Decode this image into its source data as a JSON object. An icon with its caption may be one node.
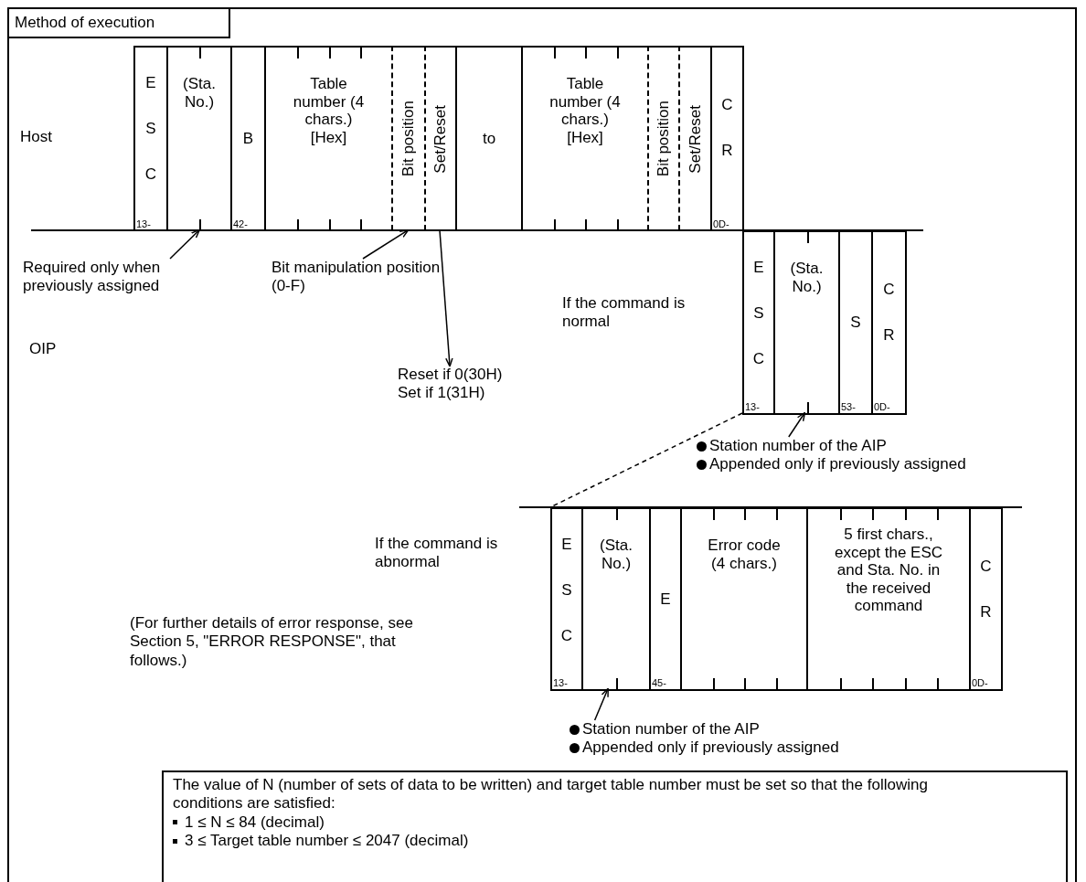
{
  "diagram": {
    "title": "Method of execution",
    "nodes": [
      {
        "text": [
          "E S C",
          "13-"
        ]
      },
      {
        "text": [
          "(Sta. No.)"
        ]
      },
      {
        "text": [
          "B",
          "42-"
        ]
      },
      {
        "text": [
          "Table number (4 chars.) [Hex]"
        ]
      },
      {
        "text": [
          "Bit position"
        ]
      },
      {
        "text": [
          "Set/Reset"
        ]
      },
      {
        "text": [
          "to"
        ]
      },
      {
        "text": [
          "Table number (4 chars.) [Hex]"
        ]
      },
      {
        "text": [
          "Bit position"
        ]
      },
      {
        "text": [
          "Set/Reset"
        ]
      },
      {
        "text": [
          "C R",
          "0D-"
        ]
      },
      {
        "text": [
          "E S C",
          "13-"
        ]
      },
      {
        "text": [
          "(Sta. No.)"
        ]
      },
      {
        "text": [
          "S",
          "53-"
        ]
      },
      {
        "text": [
          "C R",
          "0D-"
        ]
      },
      {
        "text": [
          "E S C",
          "13-"
        ]
      },
      {
        "text": [
          "(Sta. No.)"
        ]
      },
      {
        "text": [
          "E",
          "45-"
        ]
      },
      {
        "text": [
          "Error code (4 chars.)"
        ]
      },
      {
        "text": [
          "5 first chars., except the ESC and Sta. No. in the received command"
        ]
      },
      {
        "text": [
          "C R",
          "0D-"
        ]
      },
      {
        "text": [
          "Required only when previously assigned"
        ]
      },
      {
        "text": [
          "Bit manipulation position (0-F)"
        ]
      },
      {
        "text": [
          "Reset if 0(30H)",
          "Set if 1(31H)"
        ]
      },
      {
        "text": [
          "Station number of the AIP",
          "Appended only if previously assigned"
        ]
      },
      {
        "text": [
          "Station number of the AIP",
          "Appended only if previously assigned"
        ]
      },
      {
        "text": [
          "The value of N (number of sets of data to be written) and target table number must be set so that the following conditions are satisfied:",
          "1 ≤ N ≤ 84 (decimal)",
          "3 ≤ Target table number ≤ 2047 (decimal)"
        ]
      }
    ],
    "edges": [
      {
        "from": 21,
        "to": 1,
        "arrow": "to"
      },
      {
        "from": 22,
        "to": 4,
        "arrow": "to"
      },
      {
        "from": 5,
        "to": 23,
        "arrow": "to"
      },
      {
        "from": 24,
        "to": 12,
        "arrow": "to"
      },
      {
        "from": 25,
        "to": 16,
        "arrow": "to"
      },
      {
        "from": 11,
        "to": 15,
        "arrow": "none",
        "style": "dashed"
      }
    ],
    "labels": [
      "Host",
      "OIP",
      "If the command is normal",
      "If the command is abnormal",
      "(For further details of error response, see Section 5, \"ERROR RESPONSE\", that follows.)"
    ]
  }
}
